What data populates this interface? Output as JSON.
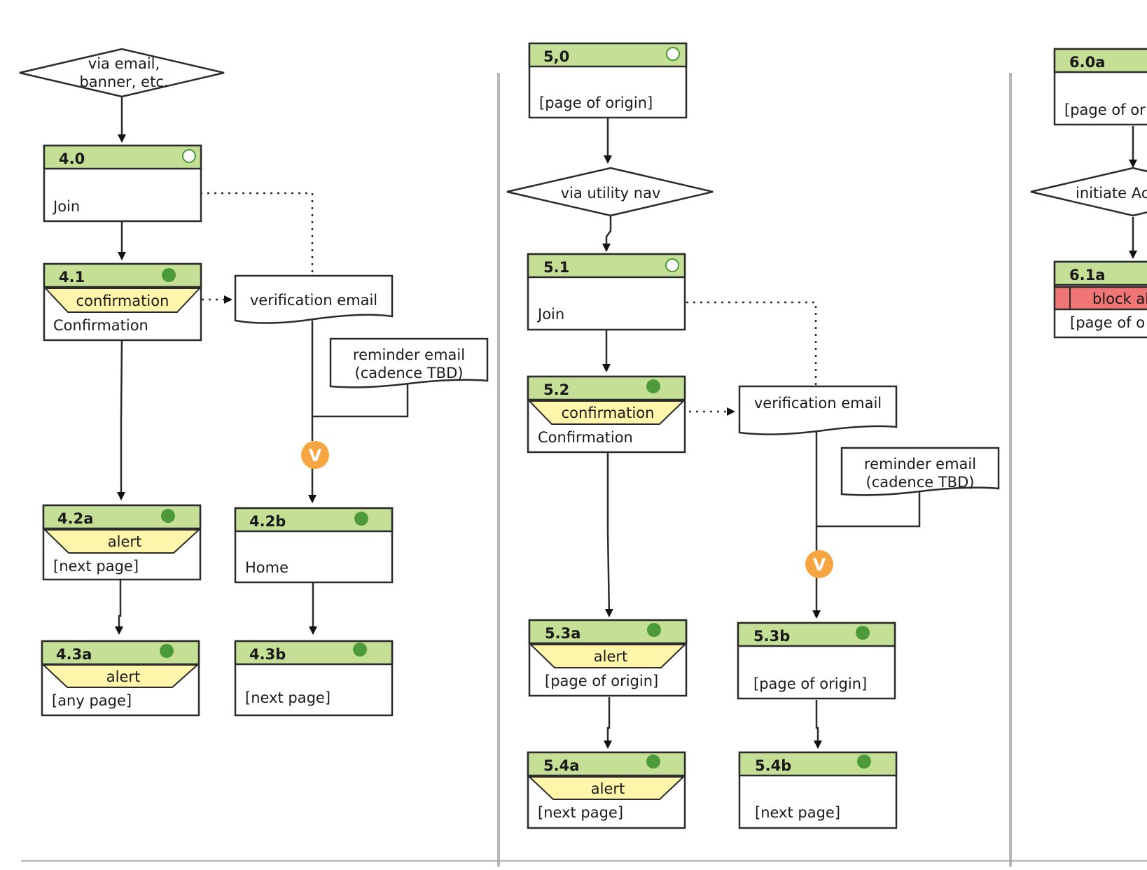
{
  "nodes": {
    "n40": {
      "id": "4.0",
      "status": "open",
      "label": "Join"
    },
    "n41": {
      "id": "4.1",
      "status": "filled",
      "tag": "confirmation",
      "label": "Confirmation"
    },
    "n42a": {
      "id": "4.2a",
      "status": "filled",
      "tag": "alert",
      "label": "[next page]"
    },
    "n42b": {
      "id": "4.2b",
      "status": "filled",
      "label": "Home"
    },
    "n43a": {
      "id": "4.3a",
      "status": "filled",
      "tag": "alert",
      "label": "[any page]"
    },
    "n43b": {
      "id": "4.3b",
      "status": "filled",
      "label": "[next page]"
    },
    "n50": {
      "id": "5,0",
      "status": "open",
      "label": "[page of origin]"
    },
    "n51": {
      "id": "5.1",
      "status": "open",
      "label": "Join"
    },
    "n52": {
      "id": "5.2",
      "status": "filled",
      "tag": "confirmation",
      "label": "Confirmation"
    },
    "n53a": {
      "id": "5.3a",
      "status": "filled",
      "tag": "alert",
      "label": "[page of origin]"
    },
    "n53b": {
      "id": "5.3b",
      "status": "filled",
      "label": "[page of origin]"
    },
    "n54a": {
      "id": "5.4a",
      "status": "filled",
      "tag": "alert",
      "label": "[next page]"
    },
    "n54b": {
      "id": "5.4b",
      "status": "filled",
      "label": "[next page]"
    },
    "n60a": {
      "id": "6.0a",
      "label": "[page of or"
    },
    "n61a": {
      "id": "6.1a",
      "tag": "block al",
      "label": "[page of o"
    }
  },
  "decisions": {
    "d4": {
      "line1": "via email,",
      "line2": "banner, etc."
    },
    "d5": {
      "line1": "via utility nav"
    },
    "d6": {
      "line1": "initiate Ac"
    }
  },
  "documents": {
    "ve4": {
      "line1": "verification email"
    },
    "re4": {
      "line1": "reminder email",
      "line2": "(cadence TBD)"
    },
    "ve5": {
      "line1": "verification email"
    },
    "re5": {
      "line1": "reminder email",
      "line2": "(cadence TBD)"
    }
  },
  "merges": {
    "m4": {
      "label": "V"
    },
    "m5": {
      "label": "V"
    }
  },
  "colors": {
    "header_green": "#c5df96",
    "status_green": "#4c9a3a",
    "tag_yellow": "#fff6ac",
    "block_red": "#f07575",
    "merge_orange": "#f7a541",
    "separator_gray": "#b8b8b8"
  }
}
